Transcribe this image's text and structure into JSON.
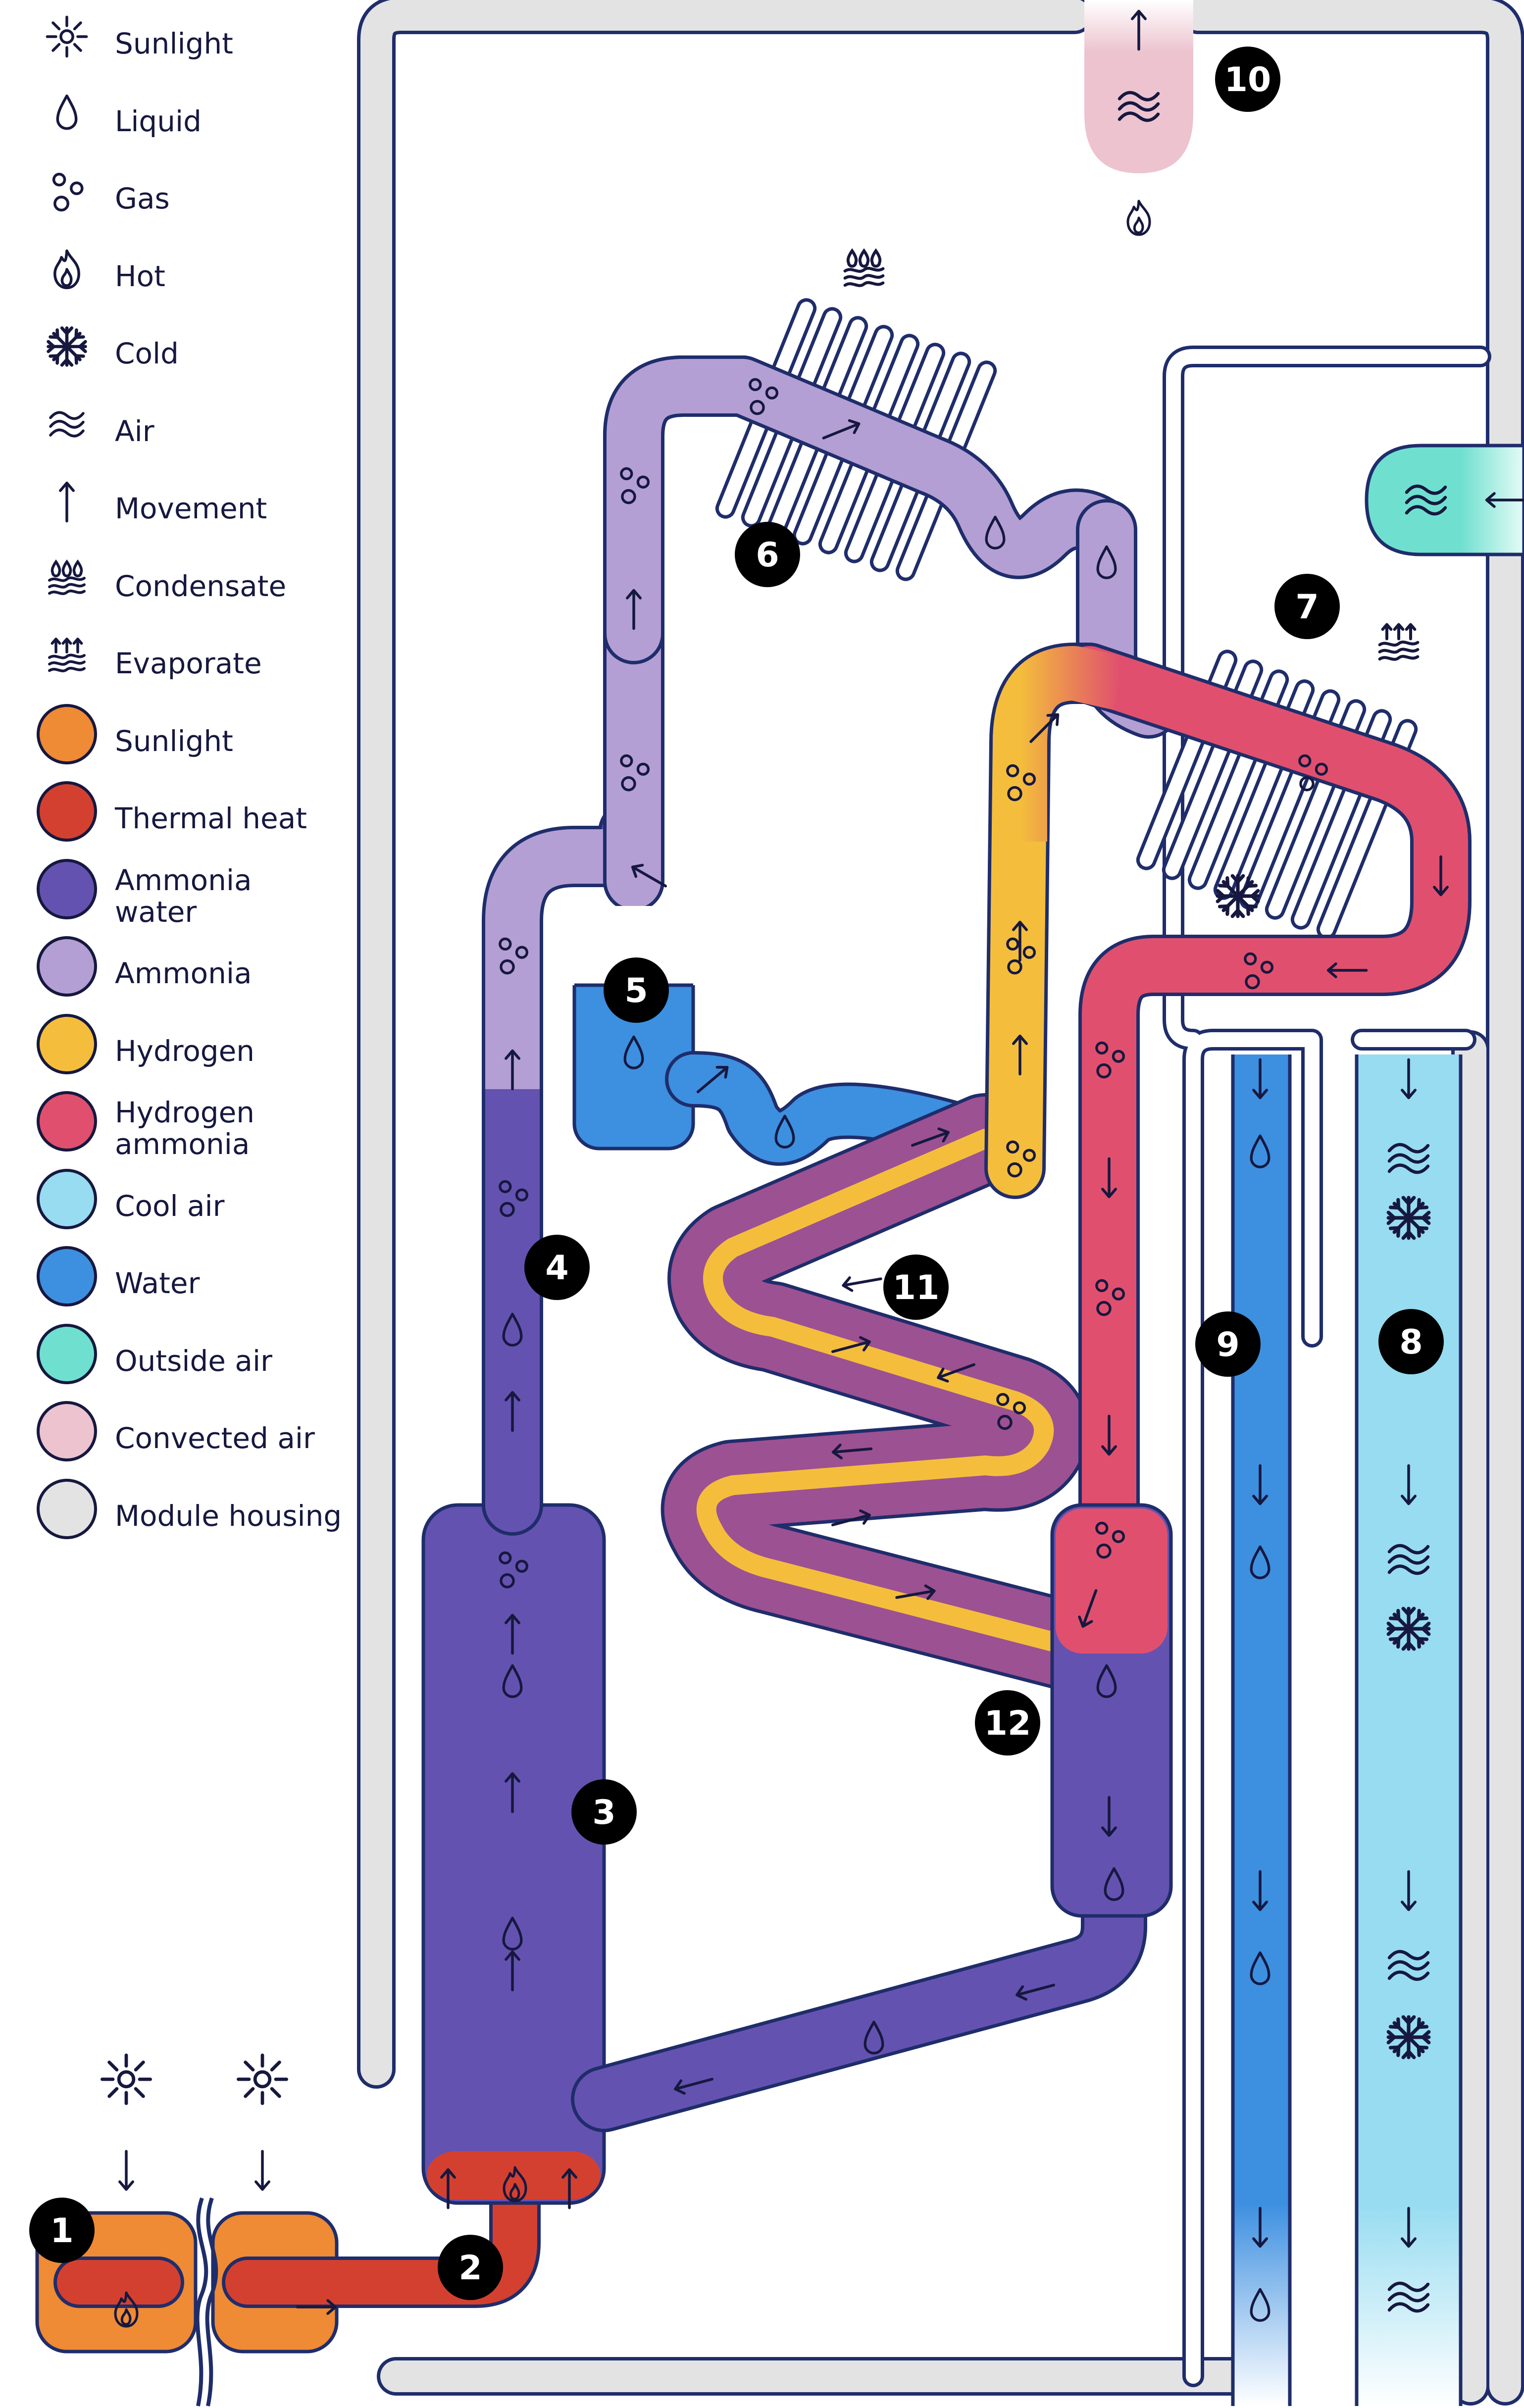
{
  "colors": {
    "outline": "#1f2d6b",
    "housing": "#e3e3e3",
    "sunlight": "#ef8a35",
    "thermal": "#d4402f",
    "ammonia_water": "#6452b0",
    "ammonia": "#b39fd4",
    "hydrogen": "#f4be3c",
    "hydrogen_ammonia": "#e0506e",
    "cool_air": "#97dcf1",
    "water": "#3d8fe0",
    "outside_air": "#6fe0cf",
    "convected_air": "#ecc3cf"
  },
  "legend": {
    "symbols": [
      {
        "icon": "sun-icon",
        "label": "Sunlight"
      },
      {
        "icon": "droplet-icon",
        "label": "Liquid"
      },
      {
        "icon": "bubbles-icon",
        "label": "Gas"
      },
      {
        "icon": "flame-icon",
        "label": "Hot"
      },
      {
        "icon": "snowflake-icon",
        "label": "Cold"
      },
      {
        "icon": "air-waves-icon",
        "label": "Air"
      },
      {
        "icon": "arrow-up-icon",
        "label": "Movement"
      },
      {
        "icon": "condensate-icon",
        "label": "Condensate"
      },
      {
        "icon": "evaporate-icon",
        "label": "Evaporate"
      }
    ],
    "swatches": [
      {
        "color": "#ef8a35",
        "label": "Sunlight"
      },
      {
        "color": "#d4402f",
        "label": "Thermal heat"
      },
      {
        "color": "#6452b0",
        "label": "Ammonia\nwater"
      },
      {
        "color": "#b39fd4",
        "label": "Ammonia"
      },
      {
        "color": "#f4be3c",
        "label": "Hydrogen"
      },
      {
        "color": "#e0506e",
        "label": "Hydrogen\nammonia"
      },
      {
        "color": "#97dcf1",
        "label": "Cool air"
      },
      {
        "color": "#3d8fe0",
        "label": "Water"
      },
      {
        "color": "#6fe0cf",
        "label": "Outside air"
      },
      {
        "color": "#ecc3cf",
        "label": "Convected air"
      },
      {
        "color": "#e3e3e3",
        "label": "Module housing"
      }
    ]
  },
  "badges": [
    "1",
    "2",
    "3",
    "4",
    "5",
    "6",
    "7",
    "8",
    "9",
    "10",
    "11",
    "12"
  ]
}
